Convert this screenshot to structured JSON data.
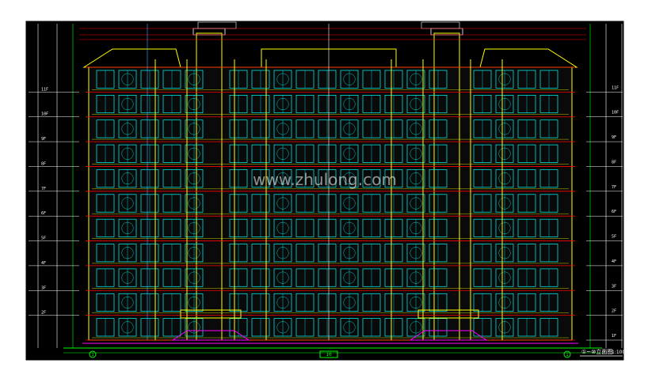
{
  "drawing": {
    "left_levels": [
      "2F",
      "3F",
      "4F",
      "5F",
      "6F",
      "7F",
      "8F",
      "9F",
      "10F",
      "11F"
    ],
    "right_levels": [
      "1F",
      "2F",
      "3F",
      "4F",
      "5F",
      "6F",
      "7F",
      "8F",
      "9F",
      "10F",
      "11F"
    ],
    "title": "①~⑩立面图",
    "scale": "1:100",
    "watermark": "www.zhulong.com",
    "axis_start": "1",
    "axis_mid": "10",
    "axis_end": "1"
  },
  "colors": {
    "background": "#000000",
    "frame": "#ffffff",
    "facade_main": "#ffff00",
    "window": "#00ffff",
    "slab": "#ff0000",
    "dimension": "#00ff00",
    "ground": "#ff00ff"
  }
}
